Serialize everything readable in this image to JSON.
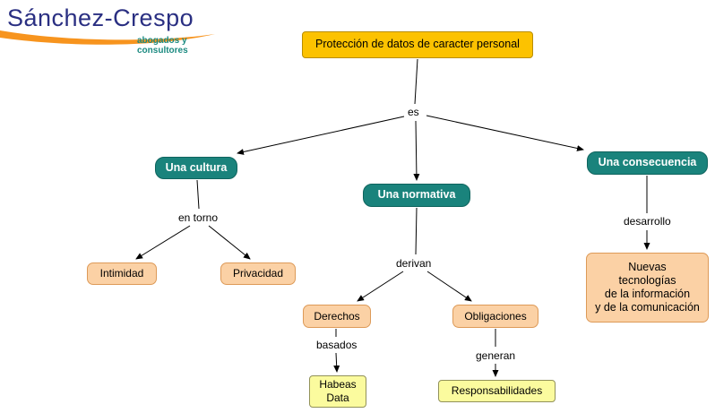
{
  "logo": {
    "name": "Sánchez-Crespo",
    "subtitle": "abogados y\nconsultores"
  },
  "nodes": {
    "root": "Protección de datos de caracter personal",
    "una_cultura": "Una cultura",
    "una_normativa": "Una normativa",
    "una_consecuencia": "Una consecuencia",
    "intimidad": "Intimidad",
    "privacidad": "Privacidad",
    "derechos": "Derechos",
    "obligaciones": "Obligaciones",
    "habeas_data": "Habeas\nData",
    "responsabilidades": "Responsabilidades",
    "nuevas_tecnologias": "Nuevas\ntecnologías\nde la información\ny de la comunicación"
  },
  "edge_labels": {
    "es": "es",
    "en_torno": "en torno",
    "derivan": "derivan",
    "basados": "basados",
    "generan": "generan",
    "desarrollo": "desarrollo"
  },
  "colors": {
    "root_fill": "#FCC200",
    "root_border": "#B98D00",
    "teal_fill": "#1A837C",
    "teal_border": "#0F645E",
    "peach_fill": "#FBD1A5",
    "peach_border": "#DD9A58",
    "yellow_fill": "#FBFB9E",
    "yellow_border": "#92925A",
    "logo_blue": "#2A2F82",
    "logo_teal": "#1B8A80",
    "swoosh_orange": "#F7941E",
    "line_color": "#000000"
  }
}
